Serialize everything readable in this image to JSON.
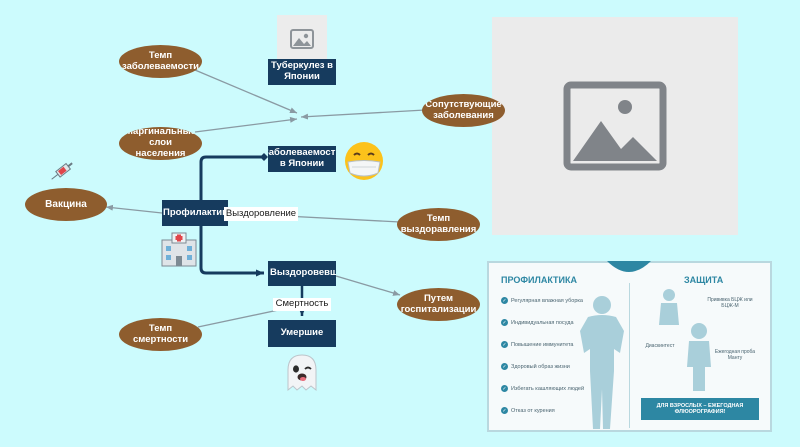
{
  "nodes": {
    "tb_japan": "Туберкулез в Японии",
    "temp_zab": "Темп заболеваемости",
    "soput": "Сопутствующие заболевания",
    "marginal": "Маргинальные слои населения",
    "zab_japan": "Заболеваемость в Японии",
    "vakcina": "Вакцина",
    "profilaktika": "Профилактика",
    "vyzdorovlenie": "Выздоровление",
    "temp_vyzd": "Темп выздоравления",
    "vyzdorovevshie": "Выздоровевшие",
    "smertnost": "Смертность",
    "put_gosp": "Путем госпитализации",
    "temp_smert": "Темп смертности",
    "umershie": "Умершие"
  },
  "icons": {
    "syringe": "syringe-icon",
    "hospital": "hospital-icon",
    "mask_face": "mask-face-icon",
    "ghost": "ghost-icon",
    "image_placeholder": "image-placeholder-icon"
  },
  "poster": {
    "left_title": "ПРОФИЛАКТИКА",
    "right_title": "ЗАЩИТА",
    "items": [
      "Регулярная влажная уборка",
      "Индивидуальная посуда",
      "Повышение иммунитета",
      "Здоровый образ жизни",
      "Избегать кашляющих людей",
      "Отказ от курения"
    ],
    "privivka": "Прививка БЦЖ или БЦЖ-М",
    "diaskintest": "Диаскинтест",
    "mantu": "Ежегодная проба Манту",
    "banner": "ДЛЯ ВЗРОСЛЫХ – ЕЖЕГОДНАЯ ФЛЮОРОГРАФИЯ!"
  },
  "colors": {
    "background": "#ccfbfd",
    "oval": "#8e5d2e",
    "box": "#163b5e",
    "link": "#8a9aa3",
    "flow": "#163b5e",
    "accent": "#2d87a3"
  }
}
